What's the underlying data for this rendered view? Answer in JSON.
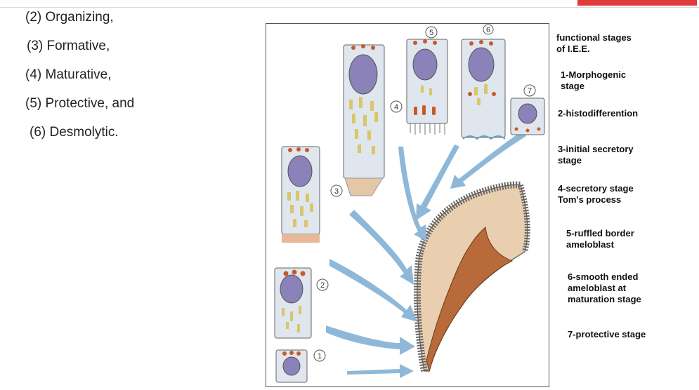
{
  "stages_list": [
    "(2) Organizing,",
    "(3) Formative,",
    "(4) Maturative,",
    "(5) Protective, and",
    "(6) Desmolytic."
  ],
  "legend": {
    "title": "functional stages\nof I.E.E.",
    "items": [
      "1-Morphogenic\nstage",
      "2-histodifferention",
      "3-initial  secretory\nstage",
      "4-secretory stage\nTom's process",
      "5-ruffled border\nameloblast",
      "6-smooth ended\nameloblast at\nmaturation stage",
      "7-protective stage"
    ]
  },
  "figure": {
    "cell_numbers": [
      "1",
      "2",
      "3",
      "4",
      "5",
      "6",
      "7"
    ]
  },
  "colors": {
    "arrow": "#8fb8d8",
    "cell_body": "#dfe6ee",
    "nucleus": "#8a82b8",
    "granule": "#c85a28",
    "enamel": "#e9ceb0",
    "dentin": "#b86a3a",
    "accent": "#e03a3a"
  }
}
